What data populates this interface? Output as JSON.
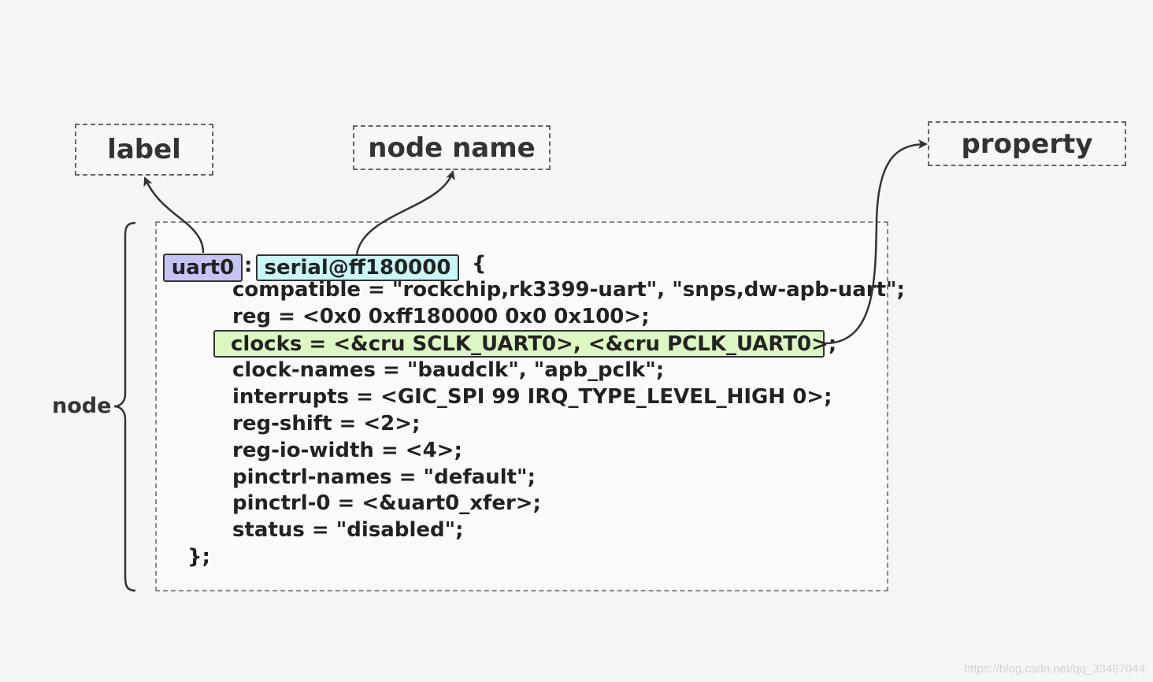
{
  "callouts": {
    "label": "label",
    "node_name": "node name",
    "property": "property"
  },
  "node_brace_label": "node",
  "code": {
    "label": "uart0",
    "colon": ":",
    "node_name": "serial@ff180000",
    "open_brace": "{",
    "lines": [
      "compatible = \"rockchip,rk3399-uart\", \"snps,dw-apb-uart\";",
      "reg = <0x0 0xff180000 0x0 0x100>;",
      "clocks = <&cru SCLK_UART0>, <&cru PCLK_UART0>;",
      "clock-names = \"baudclk\", \"apb_pclk\";",
      "interrupts = <GIC_SPI 99 IRQ_TYPE_LEVEL_HIGH 0>;",
      "reg-shift = <2>;",
      "reg-io-width = <4>;",
      "pinctrl-names = \"default\";",
      "pinctrl-0 = <&uart0_xfer>;",
      "status = \"disabled\";"
    ],
    "close": "};"
  },
  "colors": {
    "label_highlight": "#c5c5f5",
    "node_name_highlight": "#c9f6f6",
    "property_highlight": "#dcf7c2"
  },
  "watermark": "https://blog.csdn.net/qq_33487044"
}
